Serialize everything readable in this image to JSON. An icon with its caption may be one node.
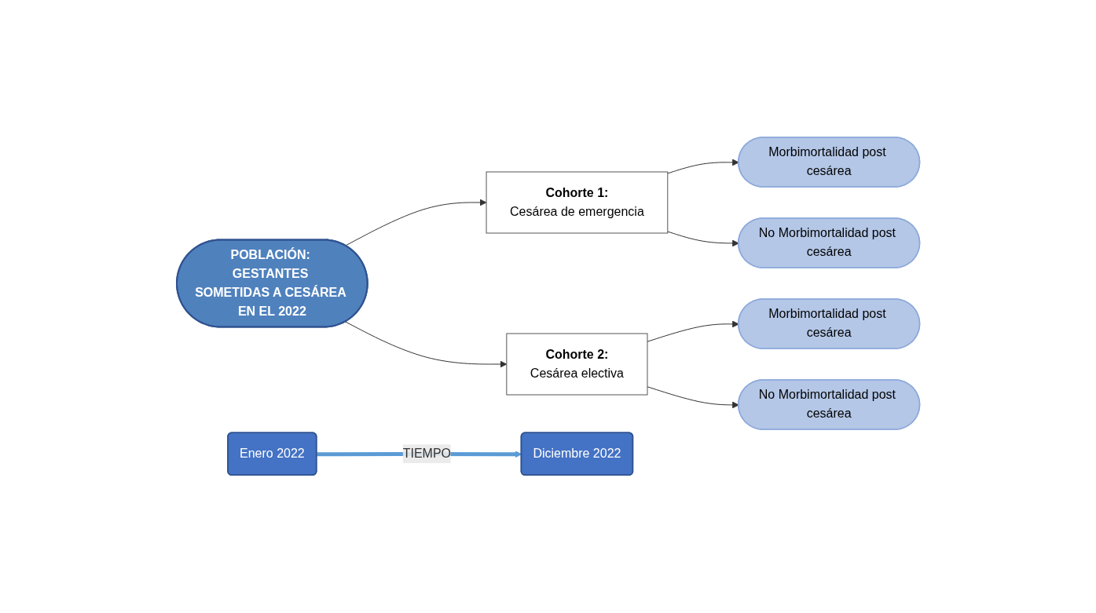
{
  "diagram": {
    "nodes": [
      {
        "text": [
          "POBLACIÓN: GESTANTES SOMETIDAS A CESÁREA EN EL 2022"
        ]
      },
      {
        "text": [
          "Cohorte 1:",
          "Cesárea de emergencia"
        ]
      },
      {
        "text": [
          "Cohorte 2:",
          "Cesárea electiva"
        ]
      },
      {
        "text": [
          "Morbimortalidad post cesárea"
        ]
      },
      {
        "text": [
          "No Morbimortalidad post cesárea"
        ]
      },
      {
        "text": [
          "Morbimortalidad post cesárea"
        ]
      },
      {
        "text": [
          "No Morbimortalidad post cesárea"
        ]
      },
      {
        "text": [
          "Enero 2022"
        ]
      },
      {
        "text": [
          "Diciembre 2022"
        ]
      }
    ],
    "edges": [
      {
        "from": 0,
        "to": 1,
        "arrow": "to"
      },
      {
        "from": 0,
        "to": 2,
        "arrow": "to"
      },
      {
        "from": 1,
        "to": 3,
        "arrow": "to"
      },
      {
        "from": 1,
        "to": 4,
        "arrow": "to"
      },
      {
        "from": 2,
        "to": 5,
        "arrow": "to"
      },
      {
        "from": 2,
        "to": 6,
        "arrow": "to"
      },
      {
        "from": 7,
        "to": 8,
        "arrow": "to",
        "label": "TIEMPO",
        "style": "thick",
        "color": "#5b9bd5"
      }
    ]
  }
}
